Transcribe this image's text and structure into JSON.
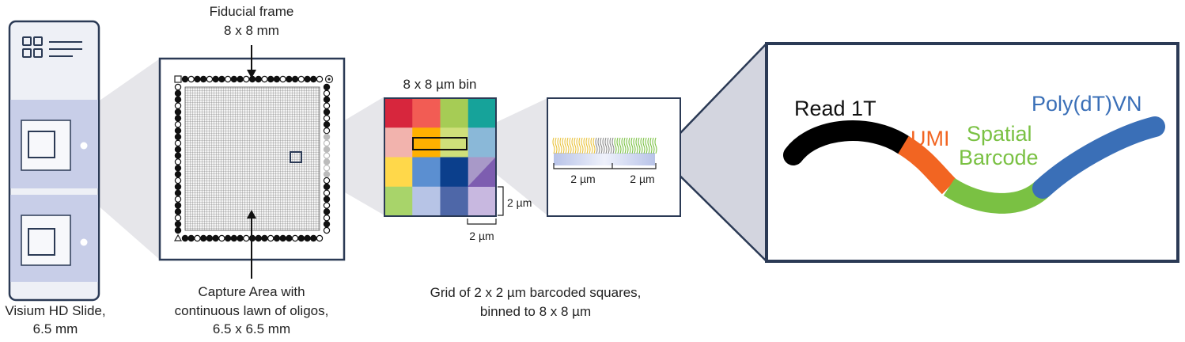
{
  "slide": {
    "label_line1": "Visium HD Slide,",
    "label_line2": "6.5 mm",
    "icon": "grid-list-icon"
  },
  "fiducial": {
    "title_line1": "Fiducial frame",
    "title_line2": "8 x 8 mm"
  },
  "capture": {
    "line1": "Capture Area with",
    "line2": "continuous lawn of oligos,",
    "line3": "6.5 x 6.5 mm"
  },
  "bin": {
    "title": "8 x 8 µm bin",
    "dim_side": "2 µm",
    "dim_bottom": "2 µm",
    "colors": [
      [
        "#d7263d",
        "#f25c54",
        "#a6cc55",
        "#16a39a"
      ],
      [
        "#f2b3ad",
        "#ffb000",
        "#cfe07a",
        "#8ab8d8"
      ],
      [
        "#ffd84a",
        "#5b8fd1",
        "#0b3f8c",
        "#a899c8"
      ],
      [
        "#a8d46a",
        "#b7c4e6",
        "#4e67a8",
        "#c8b8e0"
      ]
    ]
  },
  "lawn": {
    "dim_left": "2 µm",
    "dim_right": "2 µm"
  },
  "grid_caption": {
    "line1": "Grid of 2 x 2 µm barcoded squares,",
    "line2": "binned to 8 x 8 µm"
  },
  "molecule": {
    "read1t": "Read 1T",
    "umi": "UMI",
    "spatial_line1": "Spatial",
    "spatial_line2": "Barcode",
    "polydt": "Poly(dT)VN",
    "colors": {
      "read1t": "#000000",
      "umi": "#f26522",
      "spatial": "#7ac143",
      "polydt": "#3a6fb7",
      "frame": "#2b3a55"
    }
  }
}
